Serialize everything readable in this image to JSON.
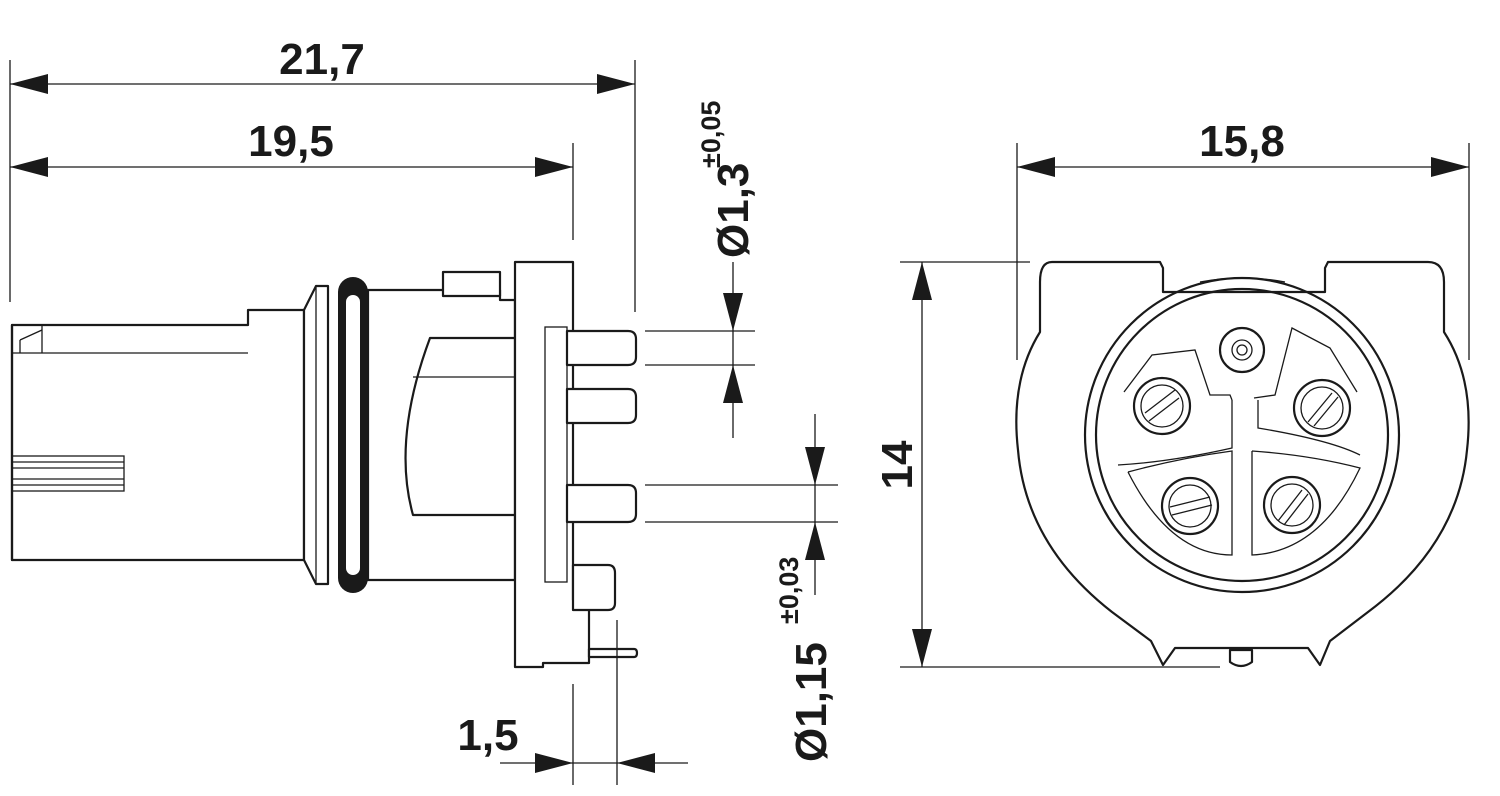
{
  "dimensions": {
    "overall_length": "21,7",
    "body_length": "19,5",
    "pin_diameter": "Ø1,3",
    "pin_diameter_tolerance": "±0,05",
    "small_pin_diameter": "Ø1,15",
    "small_pin_diameter_tolerance": "±0,03",
    "flange_offset": "1,5",
    "front_width": "15,8",
    "front_height": "14"
  },
  "colors": {
    "line": "#1a1a1a",
    "background": "#ffffff"
  }
}
